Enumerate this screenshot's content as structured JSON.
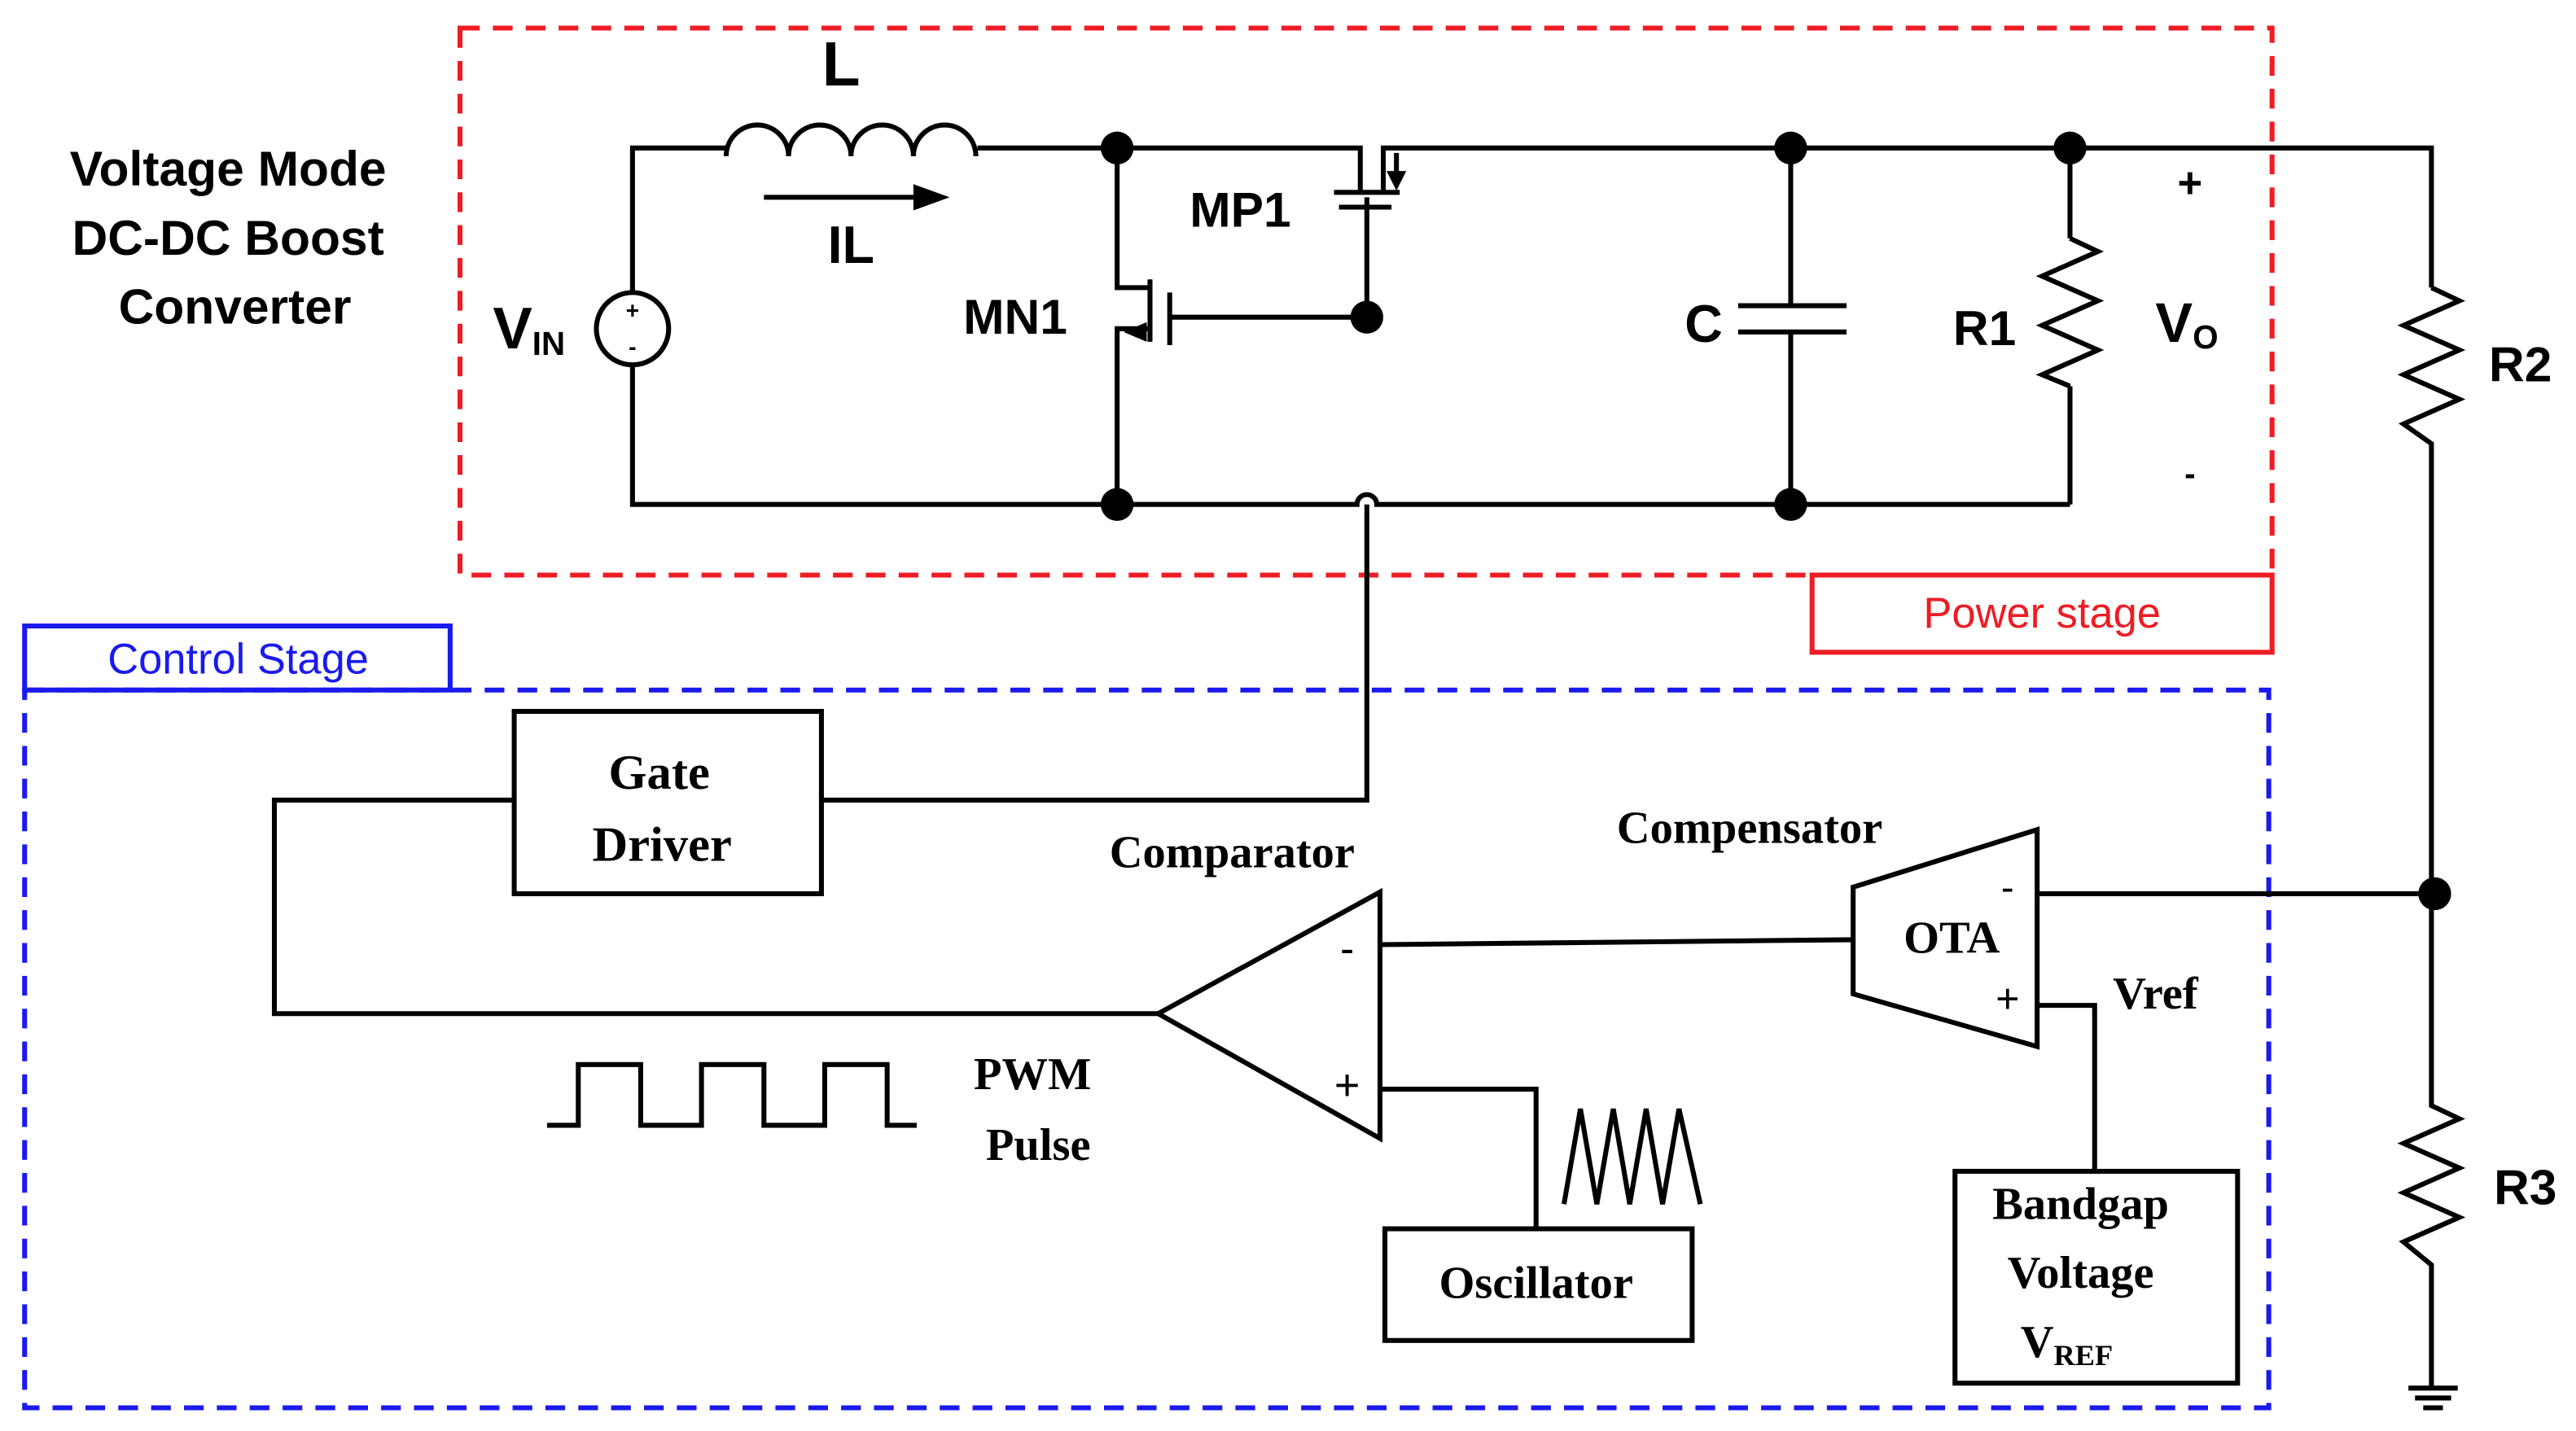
{
  "title": [
    "Voltage Mode",
    "DC-DC Boost",
    "Converter"
  ],
  "power_stage": {
    "label": "Power stage",
    "color": "#ee1c24",
    "components": {
      "inductor": "L",
      "inductor_current": "IL",
      "source_v": "V",
      "source_sub": "IN",
      "nmos": "MN1",
      "pmos": "MP1",
      "capacitor": "C",
      "load": "R1",
      "output_v": "V",
      "output_sub": "O",
      "plus": "+",
      "minus": "-"
    }
  },
  "feedback": {
    "r2": "R2",
    "r3": "R3"
  },
  "control_stage": {
    "label": "Control Stage",
    "color": "#1a1aee",
    "gate_driver": [
      "Gate",
      "Driver"
    ],
    "comparator": "Comparator",
    "compensator": "Compensator",
    "ota": "OTA",
    "vref": "Vref",
    "pwm": [
      "PWM",
      "Pulse"
    ],
    "oscillator": "Oscillator",
    "bandgap": [
      "Bandgap",
      "Voltage",
      "V",
      "REF"
    ],
    "plus": "+",
    "minus": "-"
  }
}
